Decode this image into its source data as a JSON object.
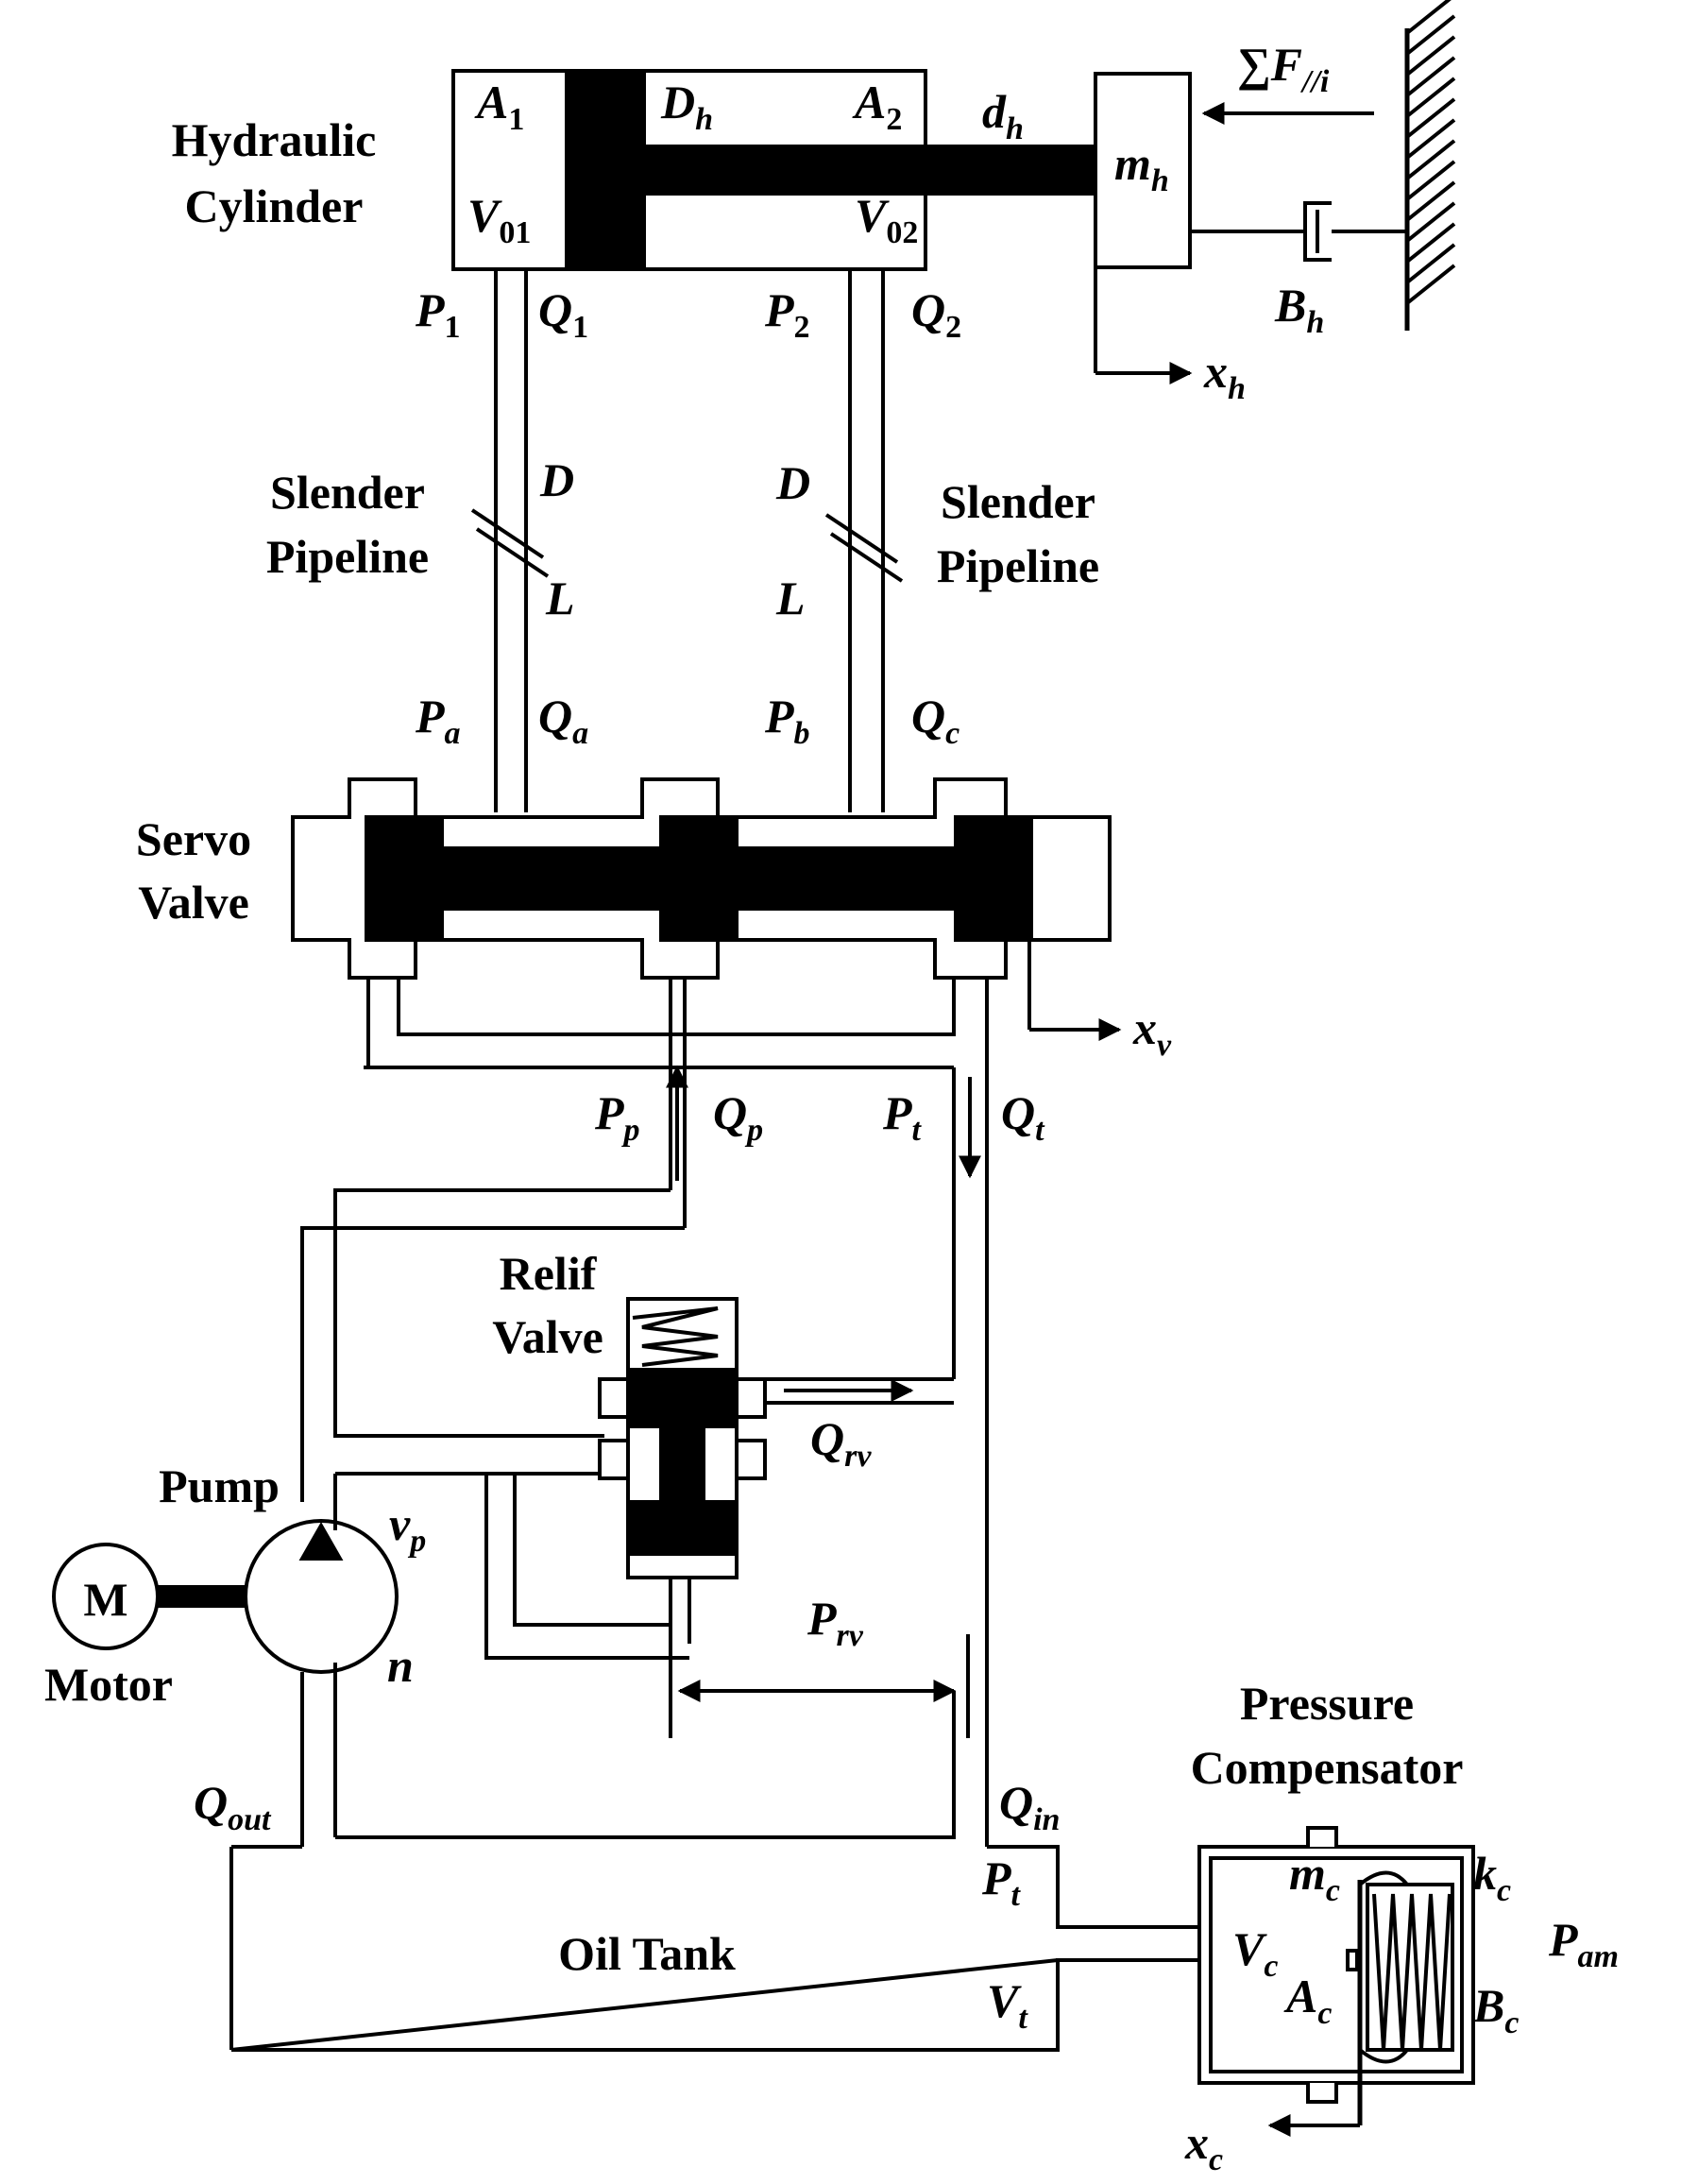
{
  "components": {
    "hydraulic_cylinder": {
      "line1": "Hydraulic",
      "line2": "Cylinder"
    },
    "slender_pipeline_left": {
      "line1": "Slender",
      "line2": "Pipeline"
    },
    "slender_pipeline_right": {
      "line1": "Slender",
      "line2": "Pipeline"
    },
    "servo_valve": {
      "line1": "Servo",
      "line2": "Valve"
    },
    "relief_valve": {
      "line1": "Relif",
      "line2": "Valve"
    },
    "pump": "Pump",
    "motor": "Motor",
    "motor_symbol": "M",
    "oil_tank": "Oil Tank",
    "pressure_compensator": {
      "line1": "Pressure",
      "line2": "Compensator"
    }
  },
  "symbols": {
    "A1": {
      "base": "A",
      "sub": "1"
    },
    "A2": {
      "base": "A",
      "sub": "2"
    },
    "Dh": {
      "base": "D",
      "sub": "h"
    },
    "dh": {
      "base": "d",
      "sub": "h"
    },
    "mh": {
      "base": "m",
      "sub": "h"
    },
    "Bh": {
      "base": "B",
      "sub": "h"
    },
    "xh": {
      "base": "x",
      "sub": "h"
    },
    "force": {
      "prefix": "∑",
      "base": "F",
      "sub": "//i"
    },
    "V01": {
      "base": "V",
      "sub": "01"
    },
    "V02": {
      "base": "V",
      "sub": "02"
    },
    "P1": {
      "base": "P",
      "sub": "1"
    },
    "Q1": {
      "base": "Q",
      "sub": "1"
    },
    "P2": {
      "base": "P",
      "sub": "2"
    },
    "Q2": {
      "base": "Q",
      "sub": "2"
    },
    "D_left": "D",
    "L_left": "L",
    "D_right": "D",
    "L_right": "L",
    "Pa": {
      "base": "P",
      "sub": "a"
    },
    "Qa": {
      "base": "Q",
      "sub": "a"
    },
    "Pb": {
      "base": "P",
      "sub": "b"
    },
    "Qc": {
      "base": "Q",
      "sub": "c"
    },
    "xv": {
      "base": "x",
      "sub": "v"
    },
    "Pp": {
      "base": "P",
      "sub": "p"
    },
    "Qp": {
      "base": "Q",
      "sub": "p"
    },
    "Pt_top": {
      "base": "P",
      "sub": "t"
    },
    "Qt": {
      "base": "Q",
      "sub": "t"
    },
    "Qrv": {
      "base": "Q",
      "sub": "rv"
    },
    "vp": {
      "base": "v",
      "sub": "p"
    },
    "n": "n",
    "Prv": {
      "base": "P",
      "sub": "rv"
    },
    "Qout": {
      "base": "Q",
      "sub": "out"
    },
    "Qin": {
      "base": "Q",
      "sub": "in"
    },
    "Pt_bottom": {
      "base": "P",
      "sub": "t"
    },
    "Vt": {
      "base": "V",
      "sub": "t"
    },
    "mc": {
      "base": "m",
      "sub": "c"
    },
    "kc": {
      "base": "k",
      "sub": "c"
    },
    "Vc": {
      "base": "V",
      "sub": "c"
    },
    "Ac": {
      "base": "A",
      "sub": "c"
    },
    "Bc": {
      "base": "B",
      "sub": "c"
    },
    "Pam": {
      "base": "P",
      "sub": "am"
    },
    "xc": {
      "base": "x",
      "sub": "c"
    }
  }
}
